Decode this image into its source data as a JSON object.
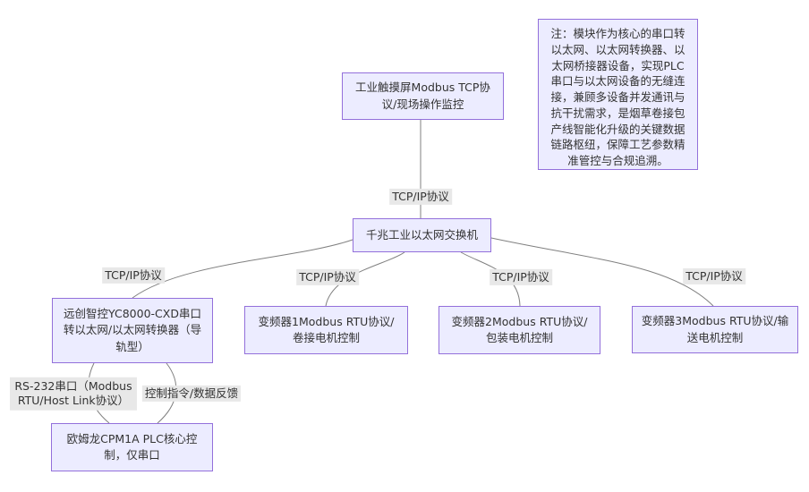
{
  "diagram": {
    "note": {
      "text": "注：模块作为核心的串口转以太网、以太网转换器、以太网桥接器设备，实现PLC串口与以太网设备的无缝连接，兼顾多设备并发通讯与抗干扰需求，是烟草卷接包产线智能化升级的关键数据链路枢纽，保障工艺参数精准管控与合规追溯。"
    },
    "nodes": {
      "hmi": {
        "label": "工业触摸屏Modbus TCP协议/现场操作监控"
      },
      "ethernet_switch": {
        "label": "千兆工业以太网交换机"
      },
      "serial_converter": {
        "label": "远创智控YC8000-CXD串口转以太网/以太网转换器（导轨型）"
      },
      "vfd1": {
        "label": "变频器1Modbus RTU协议/卷接电机控制"
      },
      "vfd2": {
        "label": "变频器2Modbus RTU协议/包装电机控制"
      },
      "vfd3": {
        "label": "变频器3Modbus RTU协议/输送电机控制"
      },
      "plc": {
        "label": "欧姆龙CPM1A PLC核心控制，仅串口"
      }
    },
    "edge_labels": {
      "hmi_to_switch": "TCP/IP协议",
      "switch_to_converter": "TCP/IP协议",
      "switch_to_vfd1": "TCP/IP协议",
      "switch_to_vfd2": "TCP/IP协议",
      "switch_to_vfd3": "TCP/IP协议",
      "converter_to_plc_serial": "RS-232串口（Modbus RTU/Host Link协议）",
      "converter_to_plc_data": "控制指令/数据反馈"
    },
    "colors": {
      "background": "#ffffff",
      "node_fill": "#ECECFF",
      "node_border": "#9370DB",
      "edge_line": "#808080",
      "edge_label_bg": "#e8e8e8",
      "text": "#333333"
    }
  }
}
